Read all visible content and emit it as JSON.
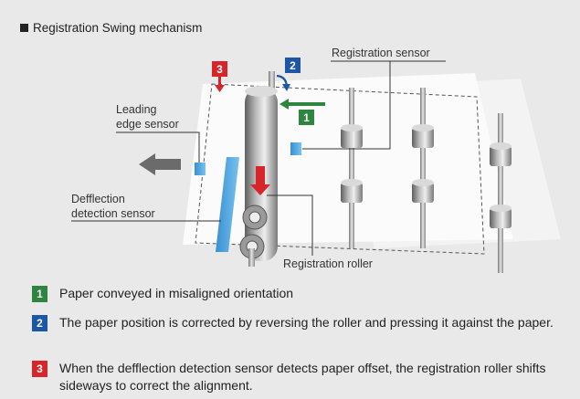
{
  "title": "Registration Swing mechanism",
  "colors": {
    "step1": "#2e8540",
    "step2": "#1b57a6",
    "step3": "#d7262b",
    "sensor": "#4aa3df",
    "arrow_red": "#d7262b",
    "arrow_gray": "#6b6b6b"
  },
  "labels": {
    "registration_sensor": "Registration sensor",
    "leading_edge_line1": "Leading",
    "leading_edge_line2": "edge sensor",
    "deflection_line1": "Defflection",
    "deflection_line2": "detection sensor",
    "registration_roller": "Registration roller"
  },
  "markers": {
    "m1": "1",
    "m2": "2",
    "m3": "3"
  },
  "steps": [
    {
      "num": "1",
      "text": "Paper conveyed in misaligned orientation"
    },
    {
      "num": "2",
      "text": "The paper position is corrected by reversing the roller and pressing it against the paper."
    },
    {
      "num": "3",
      "text": "When the defflection detection sensor detects paper offset, the registration roller shifts sideways to correct the alignment."
    }
  ]
}
